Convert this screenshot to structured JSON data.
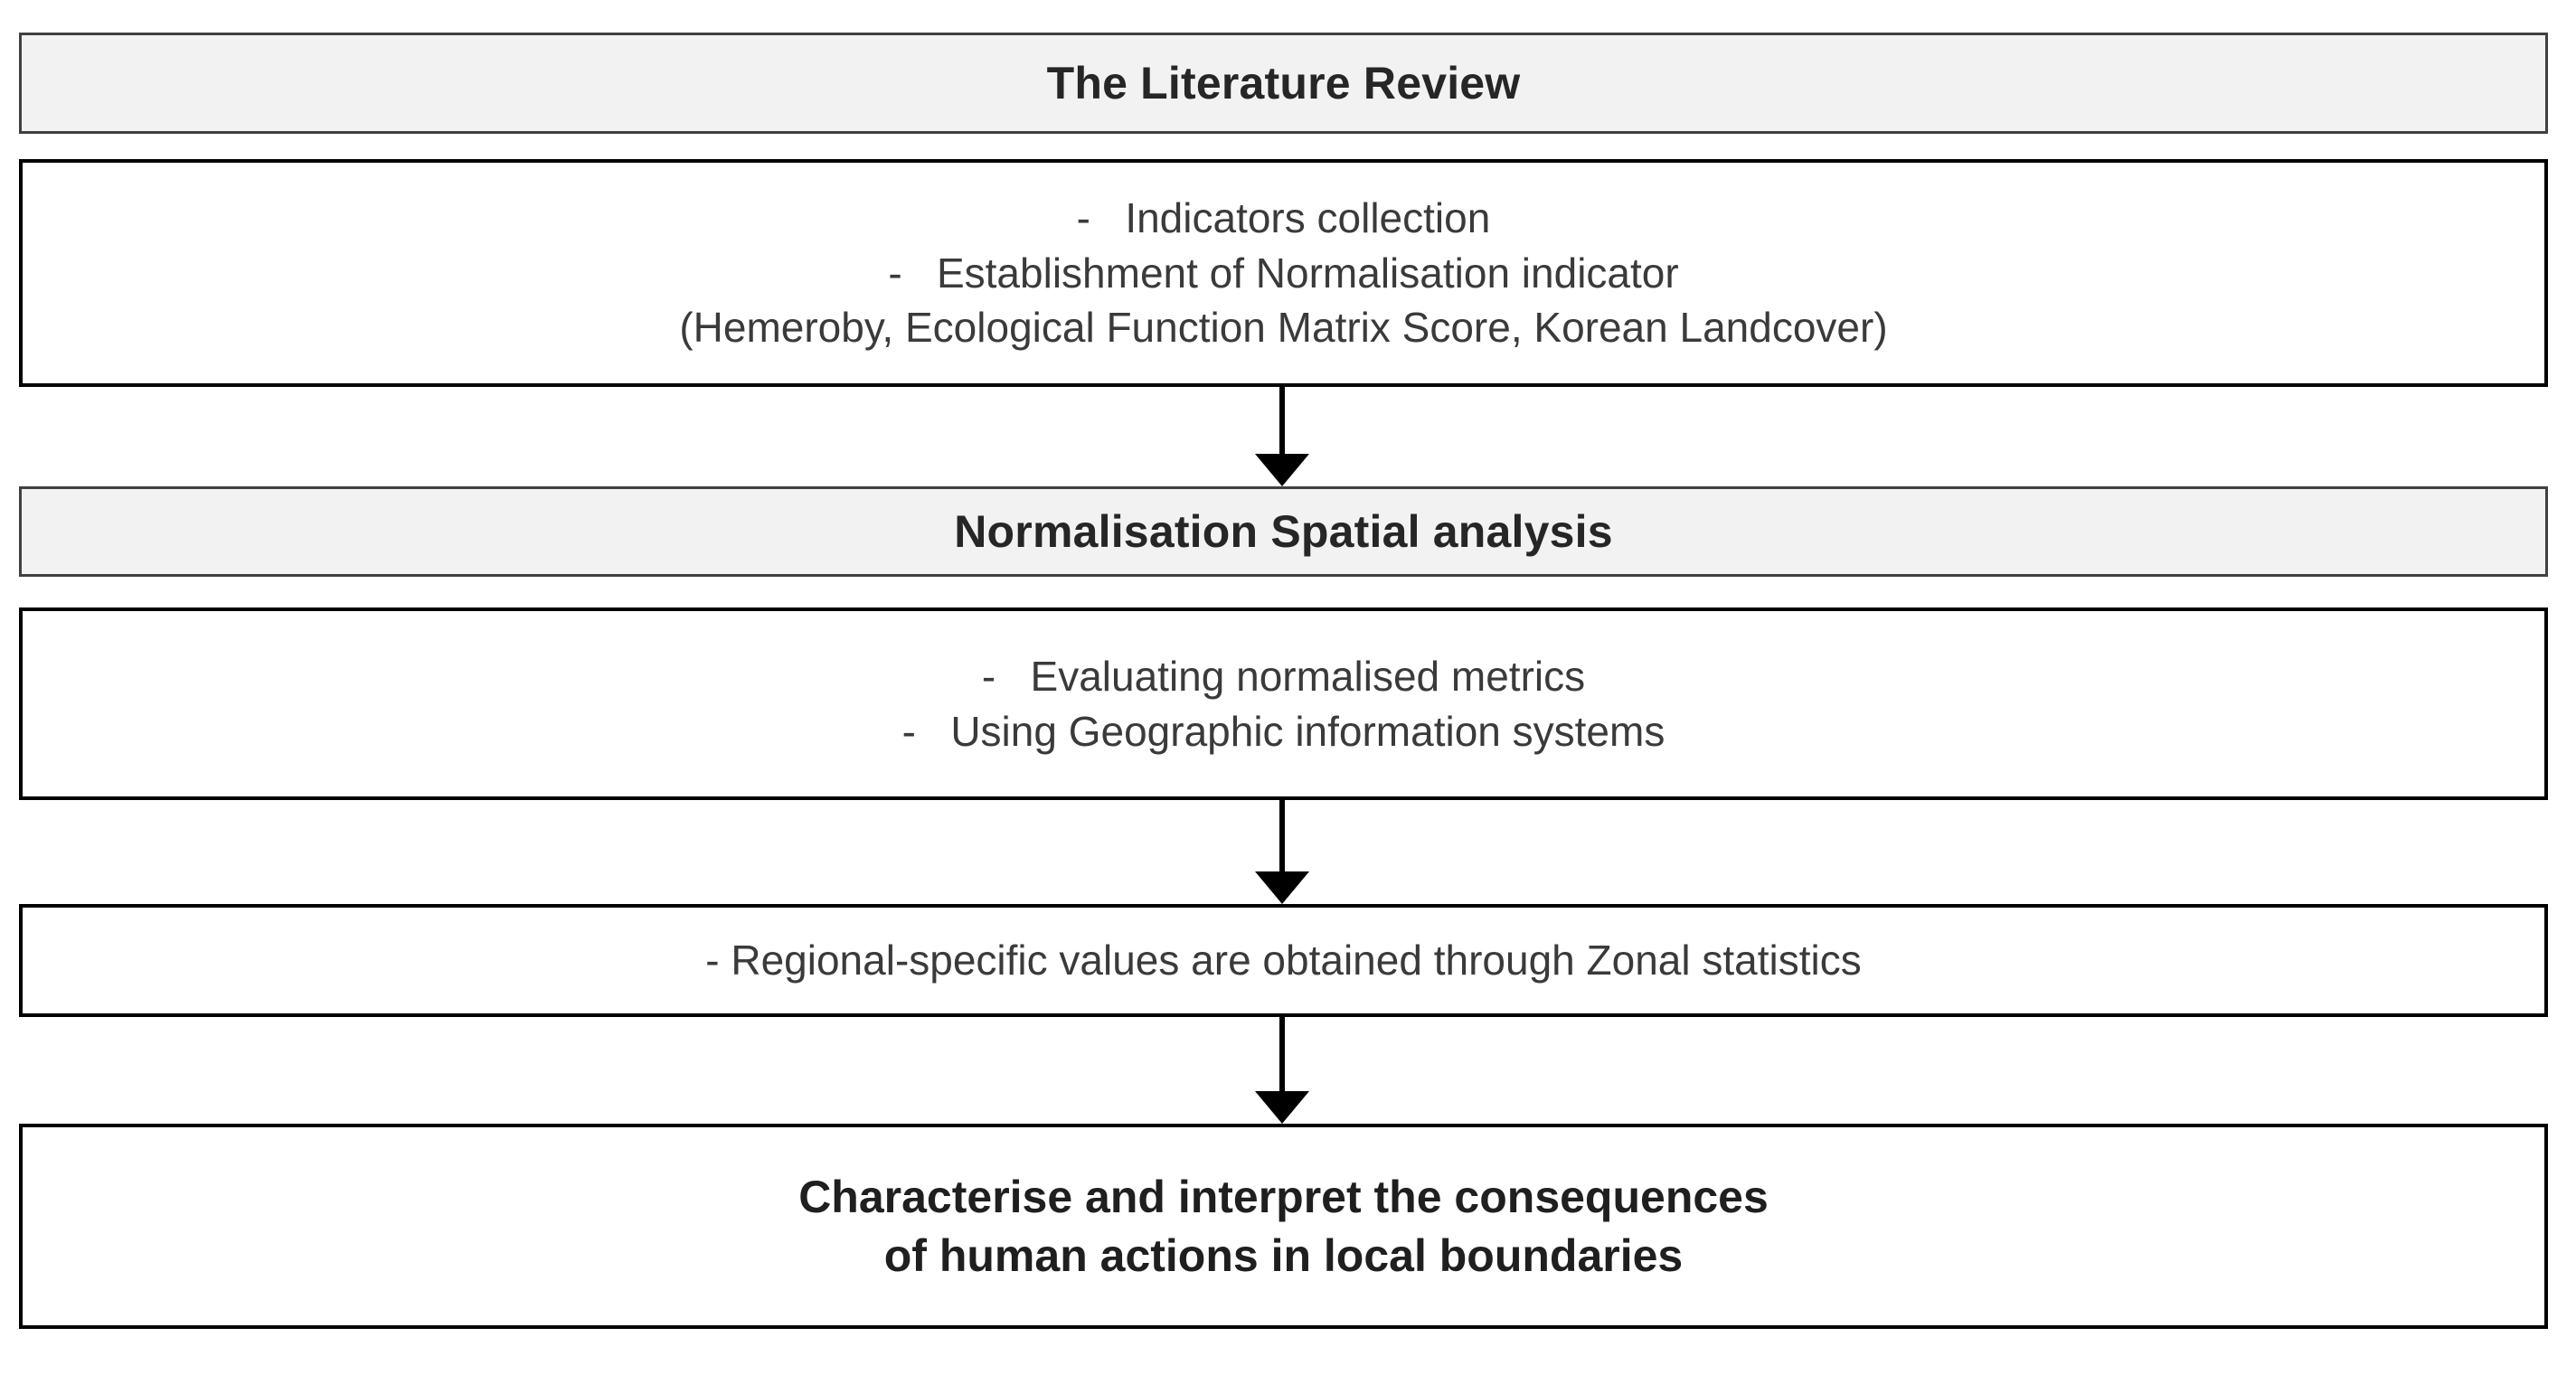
{
  "diagram": {
    "title": "The Literature Review",
    "type": "vertical-flowchart",
    "accent_border_color": "#404040",
    "header_fill_color": "#F2F2F2",
    "content_border_color": "#000000",
    "text_color": "#3a3a3a",
    "heading_text_color": "#262626"
  },
  "nodes": [
    {
      "id": "header-literature-review",
      "kind": "header",
      "label": "The Literature Review"
    },
    {
      "id": "content-literature-review",
      "kind": "content",
      "lines": [
        "-   Indicators collection",
        "-   Establishment of Normalisation indicator",
        "(Hemeroby, Ecological Function Matrix Score, Korean Landcover)"
      ]
    },
    {
      "id": "header-normalisation-spatial-analysis",
      "kind": "header",
      "label": "Normalisation Spatial analysis"
    },
    {
      "id": "content-normalisation-spatial-analysis",
      "kind": "content",
      "lines": [
        "-   Evaluating normalised metrics",
        "-   Using Geographic information systems"
      ]
    },
    {
      "id": "content-zonal-statistics",
      "kind": "content",
      "lines": [
        "- Regional-specific values are obtained through Zonal statistics"
      ]
    },
    {
      "id": "content-conclusion",
      "kind": "content-bold",
      "lines": [
        "Characterise and interpret the consequences",
        "of human actions in local boundaries"
      ]
    }
  ],
  "connectors": [
    {
      "id": "arrow-1",
      "from": "content-literature-review",
      "to": "header-normalisation-spatial-analysis",
      "direction": "down"
    },
    {
      "id": "arrow-2",
      "from": "content-normalisation-spatial-analysis",
      "to": "content-zonal-statistics",
      "direction": "down"
    },
    {
      "id": "arrow-3",
      "from": "content-zonal-statistics",
      "to": "content-conclusion",
      "direction": "down"
    }
  ]
}
